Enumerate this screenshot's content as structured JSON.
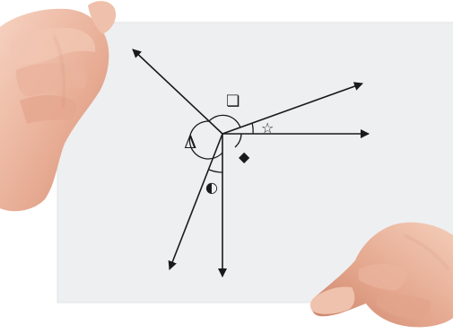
{
  "diagram": {
    "vertex_symbol": "",
    "angle_markers": [
      {
        "name": "square",
        "glyph": "❏"
      },
      {
        "name": "star",
        "glyph": "☆"
      },
      {
        "name": "delta",
        "glyph": "Δ"
      },
      {
        "name": "diamond",
        "glyph": "◆"
      },
      {
        "name": "circle",
        "glyph": "◐"
      }
    ],
    "rays": [
      {
        "name": "ray-upper-left"
      },
      {
        "name": "ray-upper-right"
      },
      {
        "name": "ray-right"
      },
      {
        "name": "ray-down"
      },
      {
        "name": "ray-lower-left"
      }
    ]
  },
  "colors": {
    "card": "#eeeff1",
    "ink": "#1a1a1a",
    "skin_light": "#f2c8b4",
    "skin_mid": "#e3a58c",
    "skin_dark": "#c98267"
  }
}
